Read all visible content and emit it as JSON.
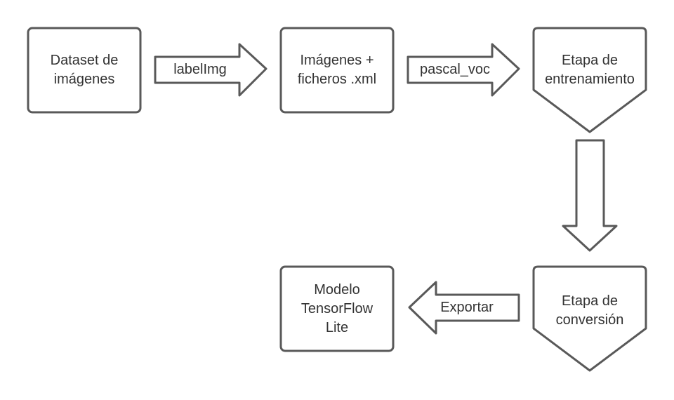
{
  "diagram": {
    "nodes": {
      "dataset": "Dataset de\nimágenes",
      "images_xml": "Imágenes +\nficheros .xml",
      "training": "Etapa de\nentrenamiento",
      "conversion": "Etapa de\nconversión",
      "model": "Modelo\nTensorFlow\nLite"
    },
    "arrows": {
      "labelimg": "labelImg",
      "pascal_voc": "pascal_voc",
      "exportar": "Exportar"
    },
    "colors": {
      "stroke": "#595959",
      "fill": "#ffffff",
      "text": "#333333"
    }
  }
}
